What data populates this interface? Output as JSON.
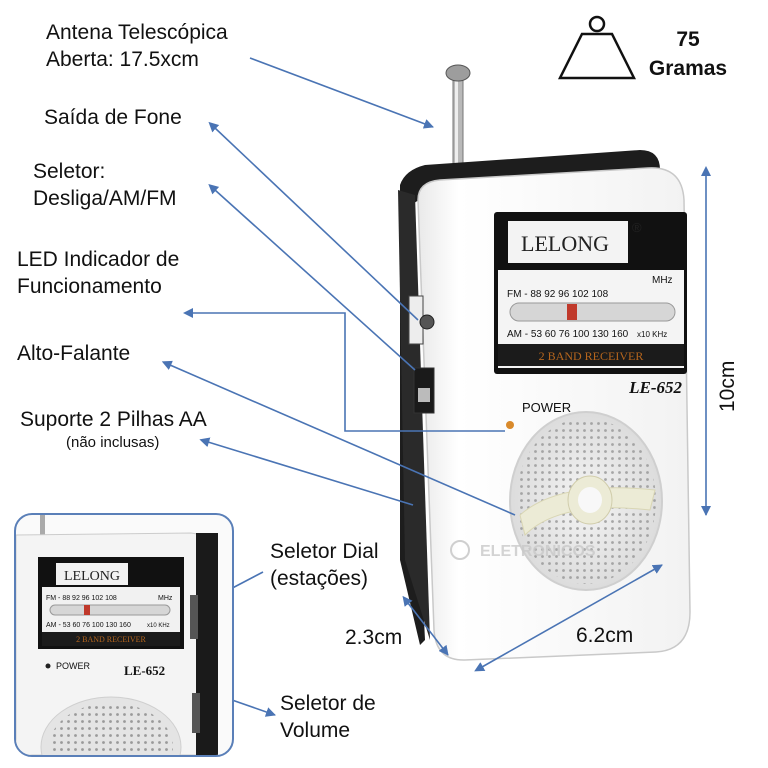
{
  "labels": {
    "antenna_line1": "Antena Telescópica",
    "antenna_line2": "Aberta: 17.5xcm",
    "headphone": "Saída de Fone",
    "selector_line1": "Seletor:",
    "selector_line2": "Desliga/AM/FM",
    "led_line1": "LED Indicador de",
    "led_line2": "Funcionamento",
    "speaker": "Alto-Falante",
    "battery": "Suporte 2 Pilhas AA",
    "battery_note": "(não inclusas)",
    "dial_line1": "Seletor Dial",
    "dial_line2": "(estações)",
    "volume_line1": "Seletor de",
    "volume_line2": "Volume"
  },
  "weight": {
    "value": "75",
    "unit": "Gramas"
  },
  "dimensions": {
    "height": "10cm",
    "width": "6.2cm",
    "depth": "2.3cm"
  },
  "radio": {
    "brand": "LELONG",
    "registered": "®",
    "fm_scale": "FM -  88  92  96       102 108",
    "fm_unit": "MHz",
    "am_scale": "AM - 53  60  76  100  130 160",
    "am_unit": "x10 KHz",
    "band": "2 BAND RECEIVER",
    "model": "LE-652",
    "power": "POWER"
  },
  "inset_radio": {
    "brand": "LELONG",
    "fm_scale": "FM - 88  92  96     102 108",
    "fm_unit": "MHz",
    "am_scale": "AM - 53 60 76 100 130 160",
    "am_unit": "x10 KHz",
    "band": "2 BAND RECEIVER",
    "model": "LE-652",
    "power": "POWER"
  },
  "watermark": "ELETRONICOS",
  "colors": {
    "arrow": "#4a74b4",
    "dial_red": "#c0392b",
    "band_text": "#b5651d",
    "led": "#d98a2b"
  }
}
